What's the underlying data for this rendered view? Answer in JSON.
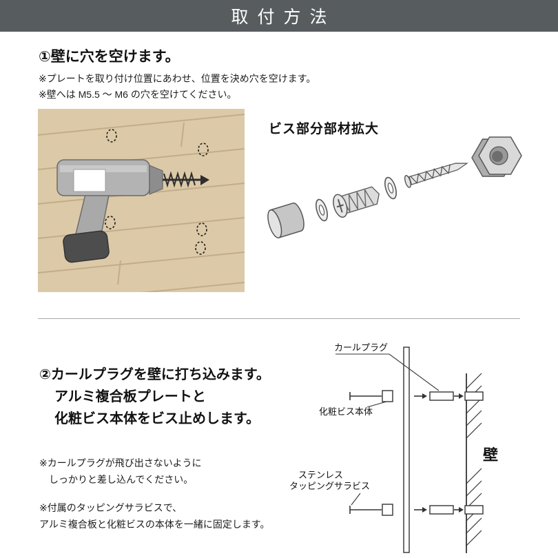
{
  "header": {
    "title": "取付方法"
  },
  "step1": {
    "heading": "①壁に穴を空けます。",
    "notes": [
      "※プレートを取り付け位置にあわせ、位置を決め穴を空けます。",
      "※壁へは M5.5 ～ M6 の穴を空けてください。"
    ],
    "parts_diagram_title": "ビス部分部材拡大"
  },
  "step2": {
    "heading_lines": [
      "②カールプラグを壁に打ち込みます。",
      "アルミ複合板プレートと",
      "化粧ビス本体をビス止めします。"
    ],
    "note1_lines": [
      "※カールプラグが飛び出さないように",
      "しっかりと差し込んでください。"
    ],
    "note2_lines": [
      "※付属のタッピングサラビスで、",
      "アルミ複合板と化粧ビスの本体を一緒に固定します。"
    ],
    "diagram_labels": {
      "curl_plug": "カールプラグ",
      "screw_body": "化粧ビス本体",
      "wall": "壁",
      "tapping_line1": "ステンレス",
      "tapping_line2": "タッピングサラビス"
    }
  },
  "colors": {
    "header_bg": "#575c5f",
    "wood": "#dcc9a8",
    "line": "#333333"
  }
}
